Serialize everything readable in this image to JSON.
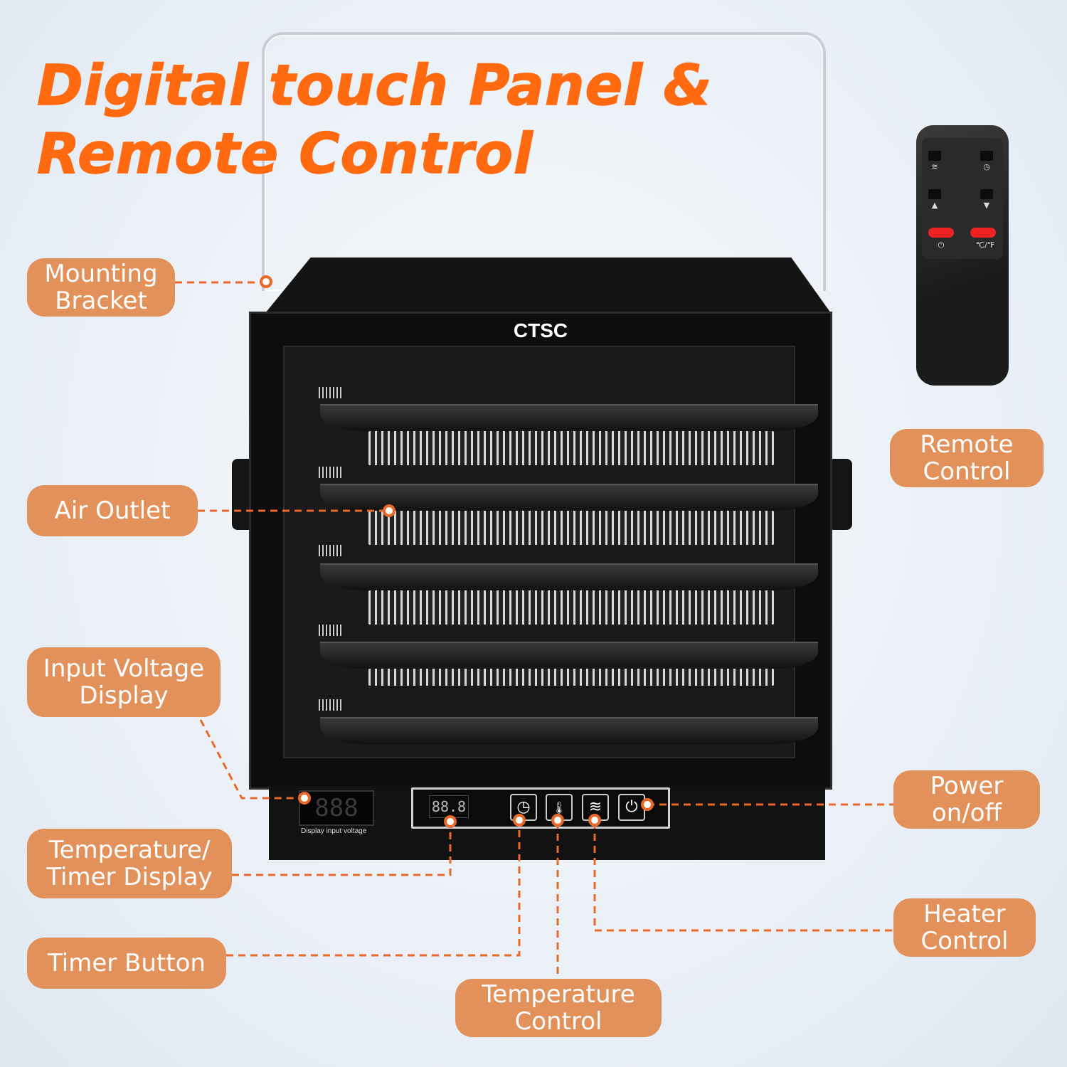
{
  "title": {
    "line1": "Digital touch Panel &",
    "line2": "Remote Control"
  },
  "brand": "CTSC",
  "base": {
    "voltage_readout": "888",
    "voltage_caption": "Display input voltage",
    "panel_readout": "88.8"
  },
  "remote": {
    "heat_icon": "≋",
    "timer_icon": "◷",
    "up_icon": "▲",
    "down_icon": "▼",
    "power_icon": "⏻",
    "unit_label": "℃/℉"
  },
  "labels": {
    "mounting_bracket": [
      "Mounting",
      "Bracket"
    ],
    "air_outlet": [
      "Air Outlet"
    ],
    "input_voltage": [
      "Input Voltage",
      "Display"
    ],
    "temp_timer_display": [
      "Temperature/",
      "Timer Display"
    ],
    "timer_button": [
      "Timer Button"
    ],
    "temperature_control": [
      "Temperature",
      "Control"
    ],
    "heater_control": [
      "Heater",
      "Control"
    ],
    "power": [
      "Power",
      "on/off"
    ],
    "remote_control": [
      "Remote",
      "Control"
    ]
  },
  "panel_buttons": {
    "timer_icon": "◷",
    "temp_icon": "🌡",
    "heat_icon": "≋",
    "power_icon": "⏻"
  },
  "colors": {
    "accent": "#ff6a10",
    "pill": "#e2915a",
    "leader": "#e8692a"
  }
}
